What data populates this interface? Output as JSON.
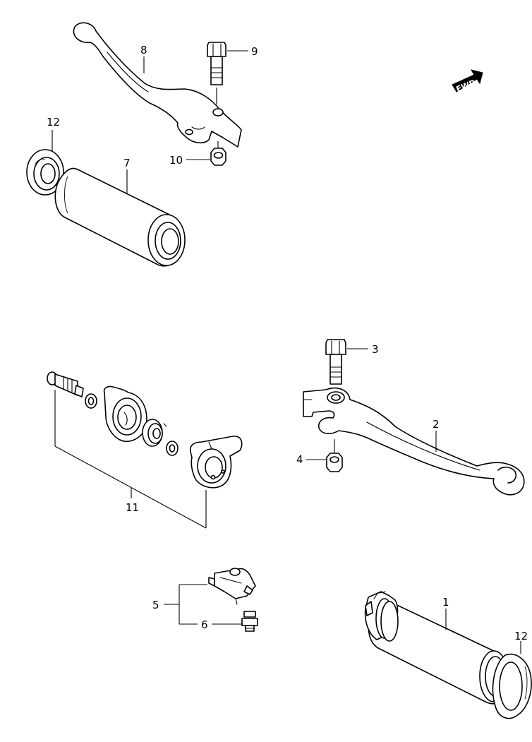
{
  "diagram": {
    "badge_text": "FWD",
    "callouts": {
      "c1": "1",
      "c2": "2",
      "c3": "3",
      "c4": "4",
      "c5": "5",
      "c6": "6",
      "c7": "7",
      "c8": "8",
      "c9": "9",
      "c10": "10",
      "c11": "11",
      "c12a": "12",
      "c12b": "12"
    }
  }
}
